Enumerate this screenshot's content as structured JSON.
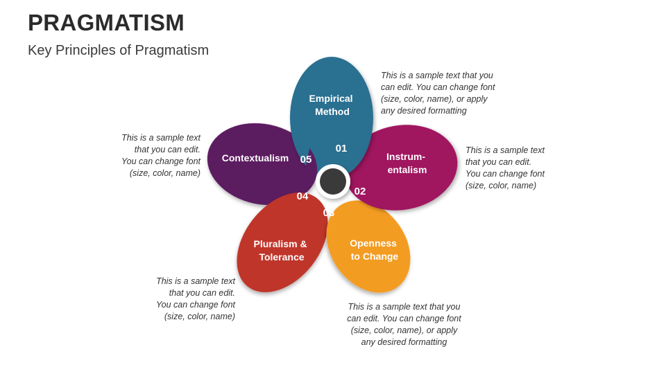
{
  "header": {
    "title": "PRAGMATISM",
    "subtitle": "Key Principles of Pragmatism"
  },
  "principles": [
    {
      "number": "01",
      "line1": "Empirical",
      "line2": "Method",
      "color": "#2a6f91",
      "note": "This is a sample text that you\ncan edit. You can change font\n(size, color, name), or apply\nany desired formatting"
    },
    {
      "number": "02",
      "line1": "Instrum-",
      "line2": "entalism",
      "color": "#a0185e",
      "note": "This is a sample text\nthat you can edit.\nYou can change font\n(size, color, name)"
    },
    {
      "number": "03",
      "line1": "Openness",
      "line2": "to Change",
      "color": "#f39c23",
      "note": "This is a sample text that you\ncan edit. You can change font\n(size, color, name), or apply\nany desired formatting"
    },
    {
      "number": "04",
      "line1": "Pluralism &",
      "line2": "Tolerance",
      "color": "#c0362c",
      "note": "This is a sample text\nthat you can edit.\nYou can change font\n(size, color, name)"
    },
    {
      "number": "05",
      "line1": "Contextualism",
      "line2": "",
      "color": "#5b1d61",
      "note": "This is a sample text\nthat you can edit.\nYou can change font\n(size, color, name)"
    }
  ],
  "hub_color": "#3a3a3a"
}
